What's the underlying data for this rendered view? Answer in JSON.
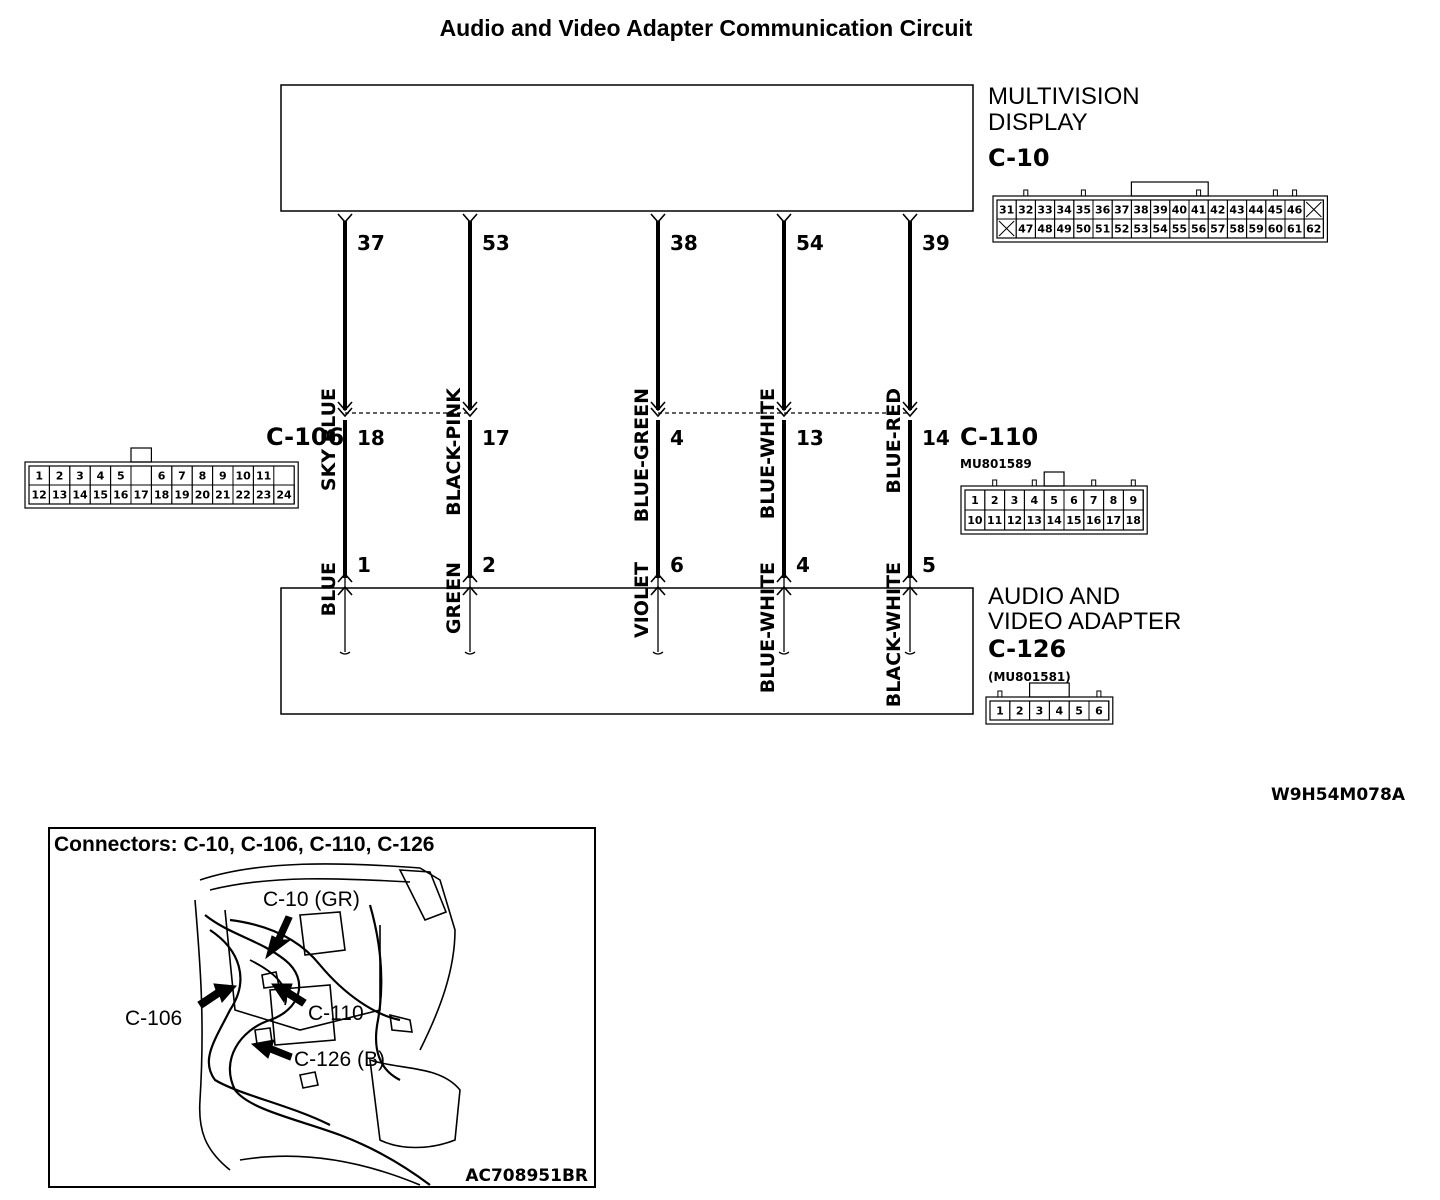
{
  "title": "Audio and Video Adapter Communication Circuit",
  "diagram_code": "W9H54M078A",
  "components": {
    "top": {
      "line1": "MULTIVISION",
      "line2": "DISPLAY",
      "connector": "C-10"
    },
    "bottom": {
      "line1": "AUDIO AND",
      "line2": "VIDEO ADAPTER",
      "connector": "C-126",
      "part_no": "(MU801581)"
    }
  },
  "inline_connectors": {
    "left": {
      "name": "C-106"
    },
    "right": {
      "name": "C-110",
      "part_no": "MU801589"
    }
  },
  "wires": [
    {
      "top_pin": "37",
      "top_color": "SKY BLUE",
      "mid_pin": "18",
      "bottom_color": "BLUE",
      "bottom_pin": "1"
    },
    {
      "top_pin": "53",
      "top_color": "BLACK-PINK",
      "mid_pin": "17",
      "bottom_color": "GREEN",
      "bottom_pin": "2"
    },
    {
      "top_pin": "38",
      "top_color": "BLUE-GREEN",
      "mid_pin": "4",
      "bottom_color": "VIOLET",
      "bottom_pin": "6"
    },
    {
      "top_pin": "54",
      "top_color": "BLUE-WHITE",
      "mid_pin": "13",
      "bottom_color": "BLUE-WHITE",
      "bottom_pin": "4"
    },
    {
      "top_pin": "39",
      "top_color": "BLUE-RED",
      "mid_pin": "14",
      "bottom_color": "BLACK-WHITE",
      "bottom_pin": "5"
    }
  ],
  "connector_faces": {
    "c10": {
      "row1": [
        "31",
        "32",
        "33",
        "34",
        "35",
        "36",
        "37",
        "38",
        "39",
        "40",
        "41",
        "42",
        "43",
        "44",
        "45",
        "46",
        "X"
      ],
      "row2": [
        "X",
        "47",
        "48",
        "49",
        "50",
        "51",
        "52",
        "53",
        "54",
        "55",
        "56",
        "57",
        "58",
        "59",
        "60",
        "61",
        "62"
      ]
    },
    "c106": {
      "row1": [
        "1",
        "2",
        "3",
        "4",
        "5",
        "",
        "6",
        "7",
        "8",
        "9",
        "10",
        "11"
      ],
      "row2": [
        "12",
        "13",
        "14",
        "15",
        "16",
        "17",
        "18",
        "19",
        "20",
        "21",
        "22",
        "23",
        "24"
      ]
    },
    "c110": {
      "row1": [
        "1",
        "2",
        "3",
        "4",
        "5",
        "6",
        "7",
        "8",
        "9"
      ],
      "row2": [
        "10",
        "11",
        "12",
        "13",
        "14",
        "15",
        "16",
        "17",
        "18"
      ]
    },
    "c126": {
      "row1": [
        "1",
        "2",
        "3",
        "4",
        "5",
        "6"
      ]
    }
  },
  "photo": {
    "heading": "Connectors: C-10, C-106, C-110, C-126",
    "callouts": {
      "c10": "C-10 (GR)",
      "c106": "C-106",
      "c110": "C-110",
      "c126": "C-126 (B)"
    },
    "code": "AC708951BR"
  }
}
